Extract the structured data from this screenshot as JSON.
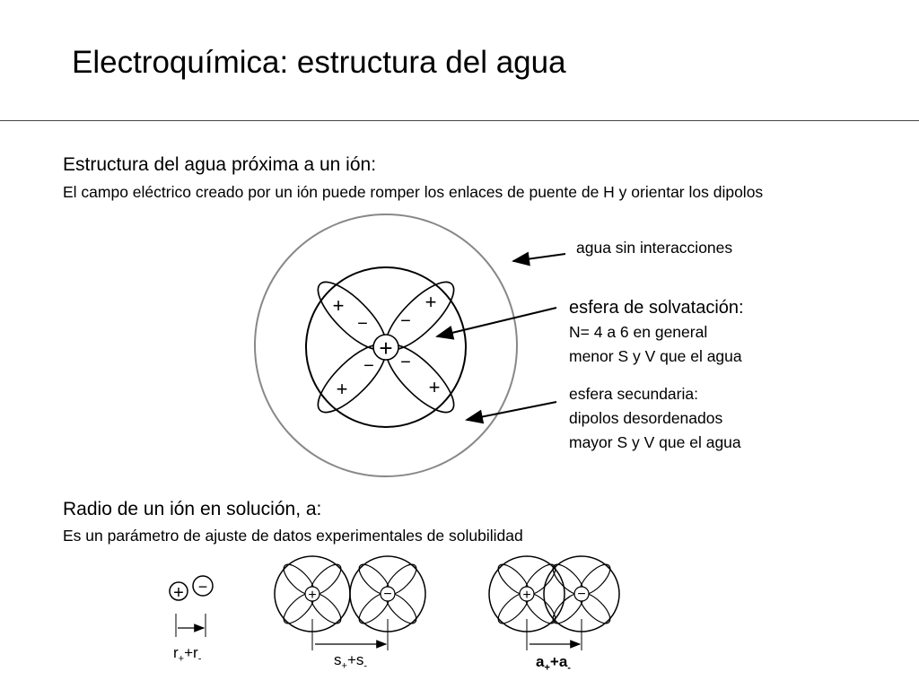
{
  "slide": {
    "title": "Electroquímica: estructura del agua"
  },
  "section1": {
    "heading": "Estructura del agua próxima a un ión:",
    "body": "El campo eléctrico creado por un ión puede romper los enlaces de puente de H y orientar los dipolos"
  },
  "labels": {
    "free_water": "agua sin interacciones",
    "solvation_title": "esfera de solvatación:",
    "solvation_line1": "N= 4 a 6 en general",
    "solvation_line2": "menor S y V que el agua",
    "secondary_line1": "esfera secundaria:",
    "secondary_line2": "dipolos desordenados",
    "secondary_line3": "mayor S y V que el agua"
  },
  "section2": {
    "heading": "Radio de un ión en solución, a:",
    "body": "Es un parámetro de ajuste de datos experimentales de solubilidad"
  },
  "captions": {
    "r_base": "r",
    "r_plus": "+",
    "r_join": "+r",
    "r_minus": "-",
    "s_base": "s",
    "s_plus": "+",
    "s_join": "+s",
    "s_minus": "-",
    "a_base": "a",
    "a_plus": "+",
    "a_join": "+a",
    "a_minus": "-"
  },
  "symbols": {
    "plus": "+",
    "minus": "−"
  }
}
